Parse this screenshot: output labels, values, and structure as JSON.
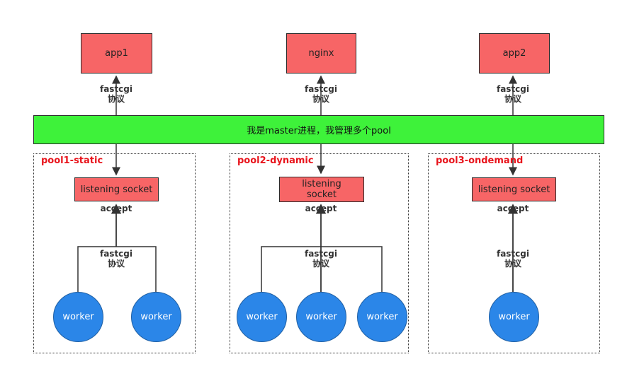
{
  "top_boxes": {
    "app1": "app1",
    "nginx": "nginx",
    "app2": "app2"
  },
  "master": {
    "label": "我是master进程，我管理多个pool"
  },
  "pools": [
    {
      "title": "pool1-static",
      "socket": "listening socket",
      "workers": [
        "worker",
        "worker"
      ]
    },
    {
      "title": "pool2-dynamic",
      "socket": "listening\nsocket",
      "workers": [
        "worker",
        "worker",
        "worker"
      ]
    },
    {
      "title": "pool3-ondemand",
      "socket": "listening socket",
      "workers": [
        "worker"
      ]
    }
  ],
  "tags": {
    "fastcgi_line1": "fastcgi",
    "fastcgi_line2": "协议",
    "accept": "accept"
  },
  "colors": {
    "box": "#f76566",
    "master": "#3ef23a",
    "worker": "#2b86e8",
    "pool_title": "#e8141c"
  }
}
